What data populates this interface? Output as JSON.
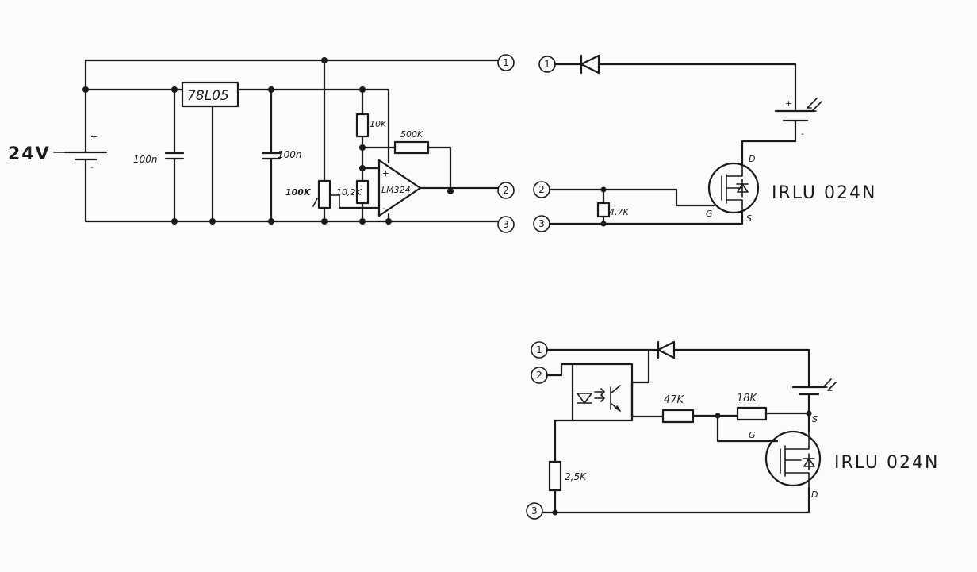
{
  "schematic_a": {
    "supply_label": "24V",
    "plus": "+",
    "minus": "-",
    "regulator": "78L05",
    "cap_1": "100n",
    "cap_2": "100n",
    "pot": "100K",
    "r_top": "10K",
    "r_bottom": "10,2K",
    "r_feedback": "500K",
    "opamp": "LM324",
    "opamp_plus": "+",
    "opamp_minus": "-",
    "terminals": [
      "1",
      "2",
      "3"
    ]
  },
  "schematic_b": {
    "terminals": [
      "1",
      "2",
      "3"
    ],
    "r_gate": "4,7K",
    "mosfet": "IRLU 024N",
    "pin_d": "D",
    "pin_g": "G",
    "pin_s": "S",
    "batt_plus": "+",
    "batt_minus": "-"
  },
  "schematic_c": {
    "terminals": [
      "1",
      "2",
      "3"
    ],
    "r_47": "47K",
    "r_18": "18K",
    "r_25": "2,5K",
    "mosfet": "IRLU 024N",
    "pin_s": "S",
    "pin_g": "G",
    "pin_d": "D"
  }
}
